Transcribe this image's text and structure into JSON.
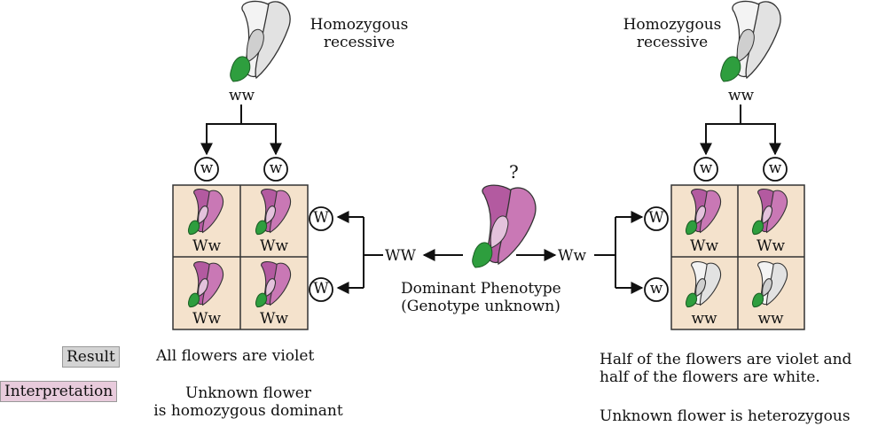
{
  "left_parent": {
    "label_line1": "Homozygous",
    "label_line2": "recessive",
    "genotype": "ww"
  },
  "right_parent": {
    "label_line1": "Homozygous",
    "label_line2": "recessive",
    "genotype": "ww"
  },
  "unknown": {
    "question": "?",
    "label_line1": "Dominant Phenotype",
    "label_line2": "(Genotype unknown)",
    "option_left": "WW",
    "option_right": "Ww"
  },
  "gametes": {
    "recessive": "w",
    "dominant": "W"
  },
  "left_cross": {
    "cells": [
      "Ww",
      "Ww",
      "Ww",
      "Ww"
    ],
    "cell_colors": [
      "violet",
      "violet",
      "violet",
      "violet"
    ],
    "top_gametes": [
      "w",
      "w"
    ],
    "side_gametes": [
      "W",
      "W"
    ]
  },
  "right_cross": {
    "cells": [
      "Ww",
      "Ww",
      "ww",
      "ww"
    ],
    "cell_colors": [
      "violet",
      "violet",
      "white",
      "white"
    ],
    "top_gametes": [
      "w",
      "w"
    ],
    "side_gametes": [
      "W",
      "w"
    ]
  },
  "labels": {
    "result": "Result",
    "interpretation": "Interpretation"
  },
  "left_outcome": {
    "result": "All flowers are violet",
    "interp_line1": "Unknown flower",
    "interp_line2": "is homozygous dominant"
  },
  "right_outcome": {
    "result_line1": "Half of the flowers are violet and",
    "result_line2": "half of the flowers are white.",
    "interp": "Unknown flower is heterozygous"
  },
  "colors": {
    "violet": "#b0549c",
    "violet_light": "#dba8cf",
    "grid_fill": "#f4e2cc",
    "leaf": "#2e9e3e",
    "result_tag": "#d4d4d4",
    "interp_tag": "#e8cbdc"
  }
}
